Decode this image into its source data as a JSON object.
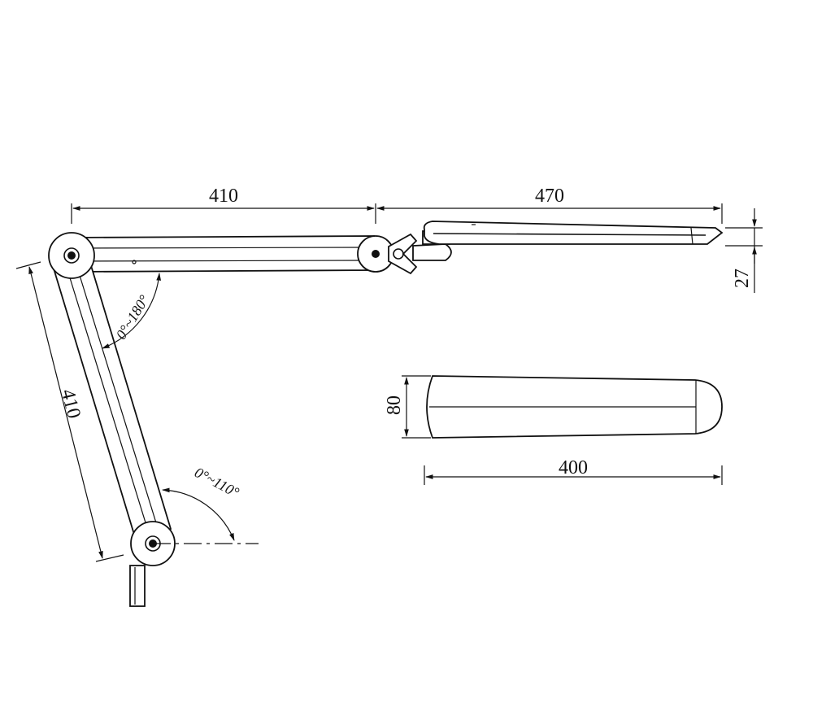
{
  "drawing": {
    "dims": {
      "upper_arm_length": "410",
      "head_length": "470",
      "head_thickness": "27",
      "lower_arm_length": "410",
      "head_width": "80",
      "head_top_length": "400"
    },
    "angles": {
      "elbow_range": "0°~180°",
      "base_range": "0°~110°"
    },
    "colors": {
      "line": "#111111",
      "background": "#ffffff"
    }
  }
}
